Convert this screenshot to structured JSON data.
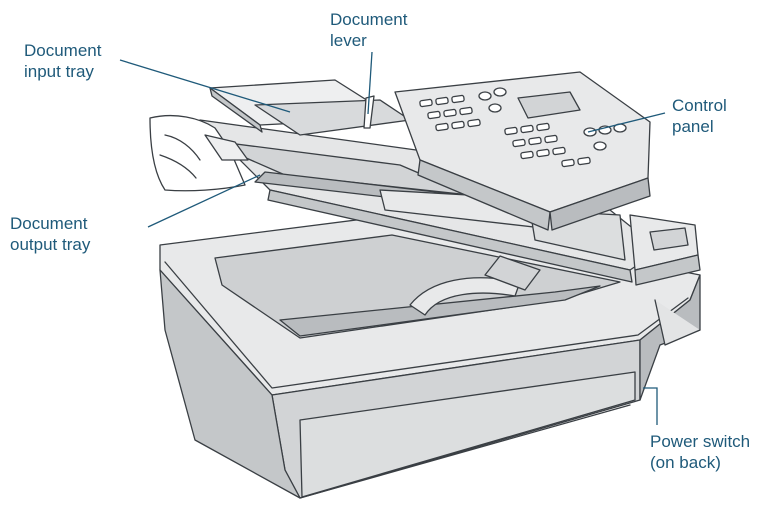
{
  "callouts": {
    "document_lever": "Document\nlever",
    "document_input_tray": "Document\ninput tray",
    "control_panel": "Control\npanel",
    "document_output_tray": "Document\noutput tray",
    "power_switch": "Power switch\n(on back)"
  },
  "colors": {
    "label_text": "#1f5a7a",
    "body_light": "#e8e9ea",
    "body_mid": "#d2d4d6",
    "body_shade": "#b9bcbf",
    "outline": "#3a3f44"
  }
}
